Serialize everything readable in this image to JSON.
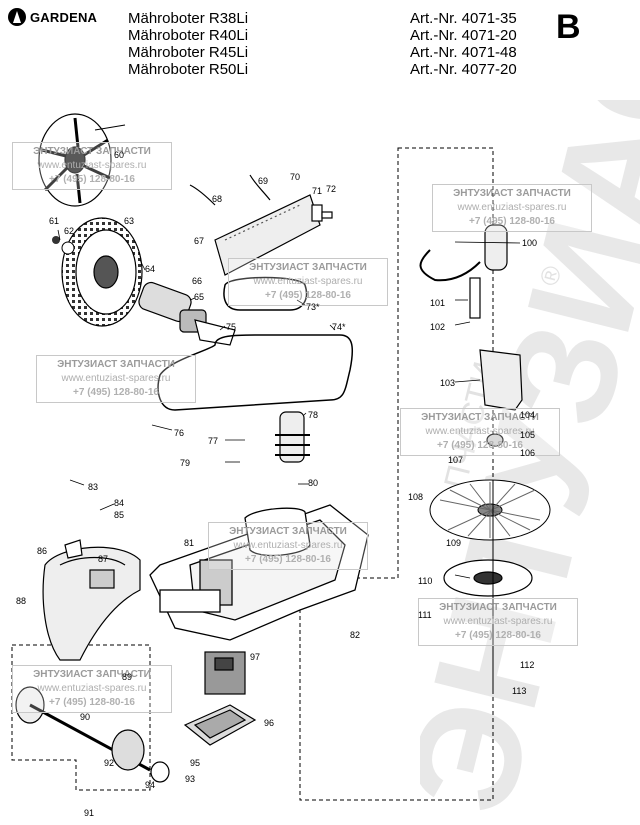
{
  "header": {
    "brand": "GARDENA",
    "models": [
      "Mähroboter R38Li",
      "Mähroboter R40Li",
      "Mähroboter R45Li",
      "Mähroboter R50Li"
    ],
    "article_numbers": [
      "Art.-Nr. 4071-35",
      "Art.-Nr. 4071-20",
      "Art.-Nr. 4071-48",
      "Art.-Nr. 4077-20"
    ],
    "sheet": "B"
  },
  "watermark": {
    "title": "ЭНТУЗИАСТ ЗАПЧАСТИ",
    "url": "www.entuziast-spares.ru",
    "phone": "+7 (495) 128-80-16",
    "brand_large": "ЭНТУЗИАСТ",
    "brand_small": "ЗАПЧАСТИ",
    "registered": "®"
  },
  "callouts": [
    "60",
    "61",
    "62",
    "63",
    "64",
    "65",
    "66",
    "67",
    "68",
    "69",
    "70",
    "71",
    "72",
    "73*",
    "74*",
    "75",
    "76",
    "77",
    "78",
    "79",
    "80",
    "81",
    "82",
    "83",
    "84",
    "85",
    "86",
    "87",
    "88",
    "89",
    "90",
    "91",
    "92",
    "93",
    "94",
    "95",
    "96",
    "97",
    "100",
    "101",
    "102",
    "103",
    "104",
    "105",
    "106",
    "107",
    "108",
    "109",
    "110",
    "111",
    "112",
    "113"
  ]
}
